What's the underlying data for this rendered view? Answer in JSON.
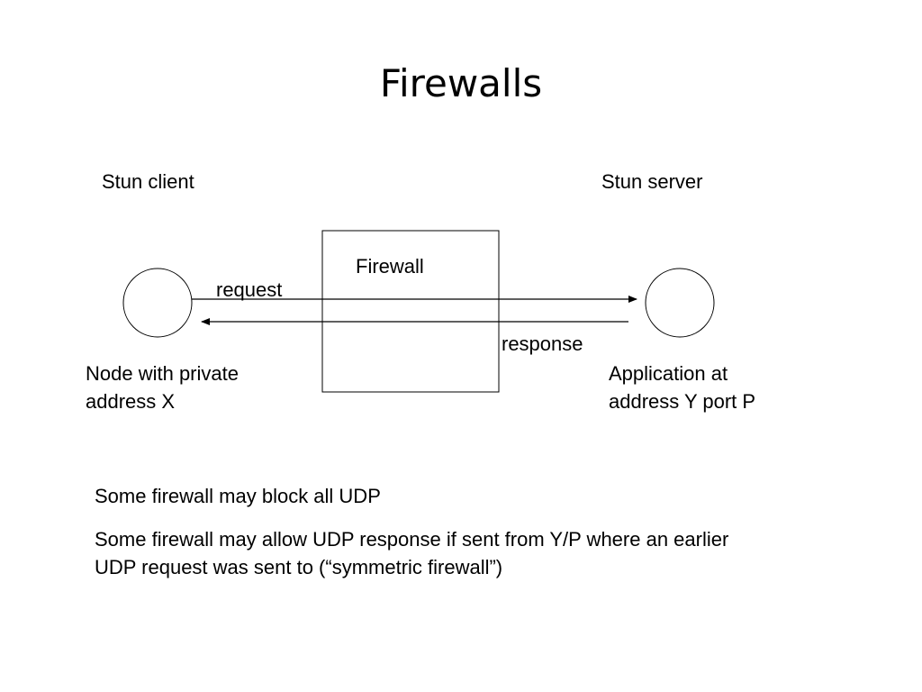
{
  "slide": {
    "title": "Firewalls"
  },
  "diagram": {
    "client_label": "Stun client",
    "server_label": "Stun server",
    "firewall_label": "Firewall",
    "request_label": "request",
    "response_label": "response",
    "client_desc_line1": "Node with private",
    "client_desc_line2": "address X",
    "server_desc_line1": "Application at",
    "server_desc_line2": "address Y port P"
  },
  "notes": {
    "note1": "Some firewall may block all UDP",
    "note2": "Some firewall may allow UDP response if sent from Y/P where an earlier UDP request was sent to (“symmetric firewall”)"
  }
}
